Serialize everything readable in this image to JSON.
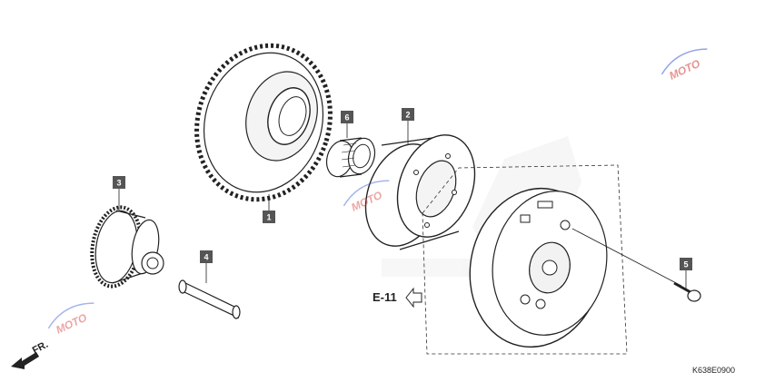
{
  "callouts": [
    {
      "id": "1",
      "label": "1"
    },
    {
      "id": "2",
      "label": "2"
    },
    {
      "id": "3",
      "label": "3"
    },
    {
      "id": "4",
      "label": "4"
    },
    {
      "id": "5",
      "label": "5"
    },
    {
      "id": "6",
      "label": "6"
    }
  ],
  "reference_label": "E-11",
  "direction_label": "FR.",
  "diagram_code": "K638E0900",
  "watermark_text": "MOTO",
  "colors": {
    "callout_bg": "#555555",
    "line": "#222222",
    "watermark_red": "#d43a3a",
    "watermark_blue": "#3a5ad4",
    "watermark_logo": "#d9d9d9"
  }
}
